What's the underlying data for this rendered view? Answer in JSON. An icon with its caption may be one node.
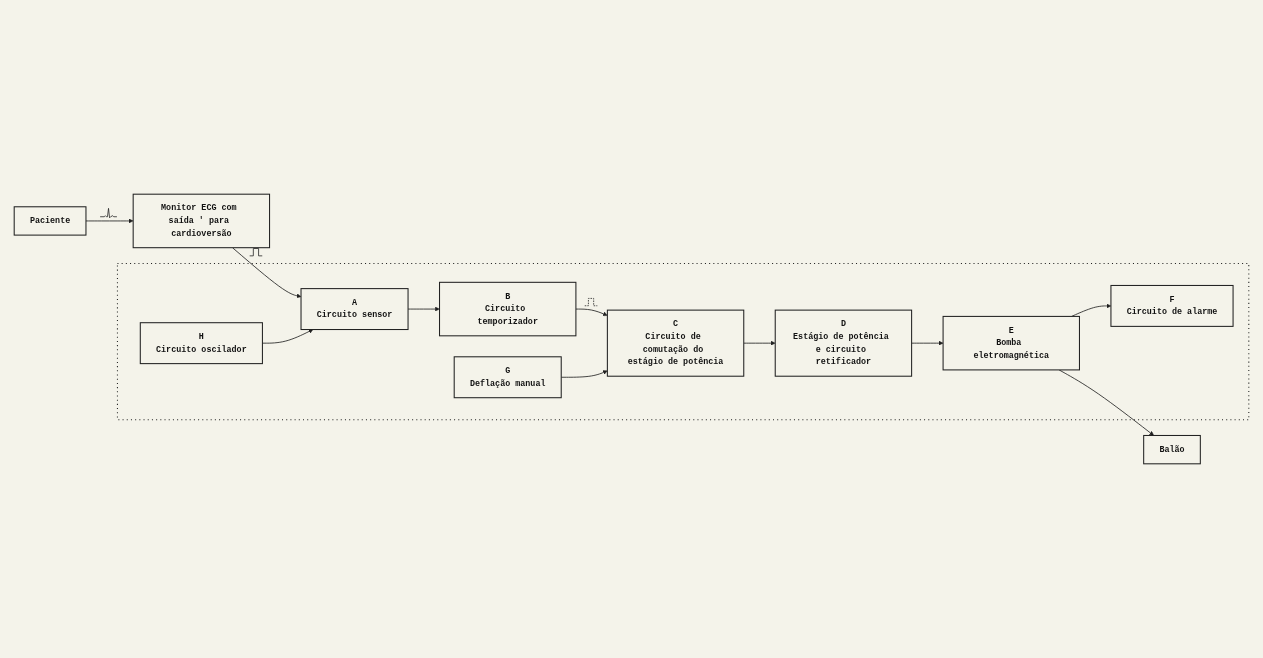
{
  "diagram": {
    "nodes": [
      {
        "text": [
          "Paciente"
        ]
      },
      {
        "text": [
          "Monitor ECG com saída ' para cardioversão"
        ]
      },
      {
        "text": [],
        "shape": "box"
      },
      {
        "text": [
          "A",
          "Circuito sensor"
        ],
        "in": 2
      },
      {
        "text": [
          "B",
          "Circuito temporizador"
        ],
        "in": 2
      },
      {
        "text": [
          "F",
          "Circuito de alarme"
        ],
        "in": 2
      },
      {
        "text": [
          "H",
          "Circuito oscilador"
        ],
        "in": 2
      },
      {
        "text": [
          "G",
          "Deflação manual"
        ],
        "in": 2
      },
      {
        "text": [
          "E",
          "Bomba eletromagnética"
        ],
        "in": 2
      },
      {
        "text": [
          "D",
          "Estágio de potência e circuito retificador"
        ],
        "in": 2
      },
      {
        "text": [
          "C",
          "Circuito de comutação do estágio de potência"
        ],
        "in": 2
      },
      {
        "text": [
          "Balão"
        ]
      }
    ],
    "edges": [
      {
        "from": 0,
        "to": 1,
        "arrow": "to"
      },
      {
        "from": 1,
        "to": 3,
        "arrow": "to"
      },
      {
        "from": 3,
        "to": 4,
        "arrow": "to"
      },
      {
        "from": 6,
        "to": 3,
        "arrow": "to"
      },
      {
        "from": 4,
        "to": 10,
        "arrow": "to"
      },
      {
        "from": 7,
        "to": 10,
        "arrow": "to"
      },
      {
        "from": 10,
        "to": 9,
        "arrow": "to"
      },
      {
        "from": 9,
        "to": 8,
        "arrow": "to"
      },
      {
        "from": 8,
        "to": 5,
        "arrow": "to"
      },
      {
        "from": 8,
        "to": 11,
        "arrow": "to"
      }
    ]
  }
}
